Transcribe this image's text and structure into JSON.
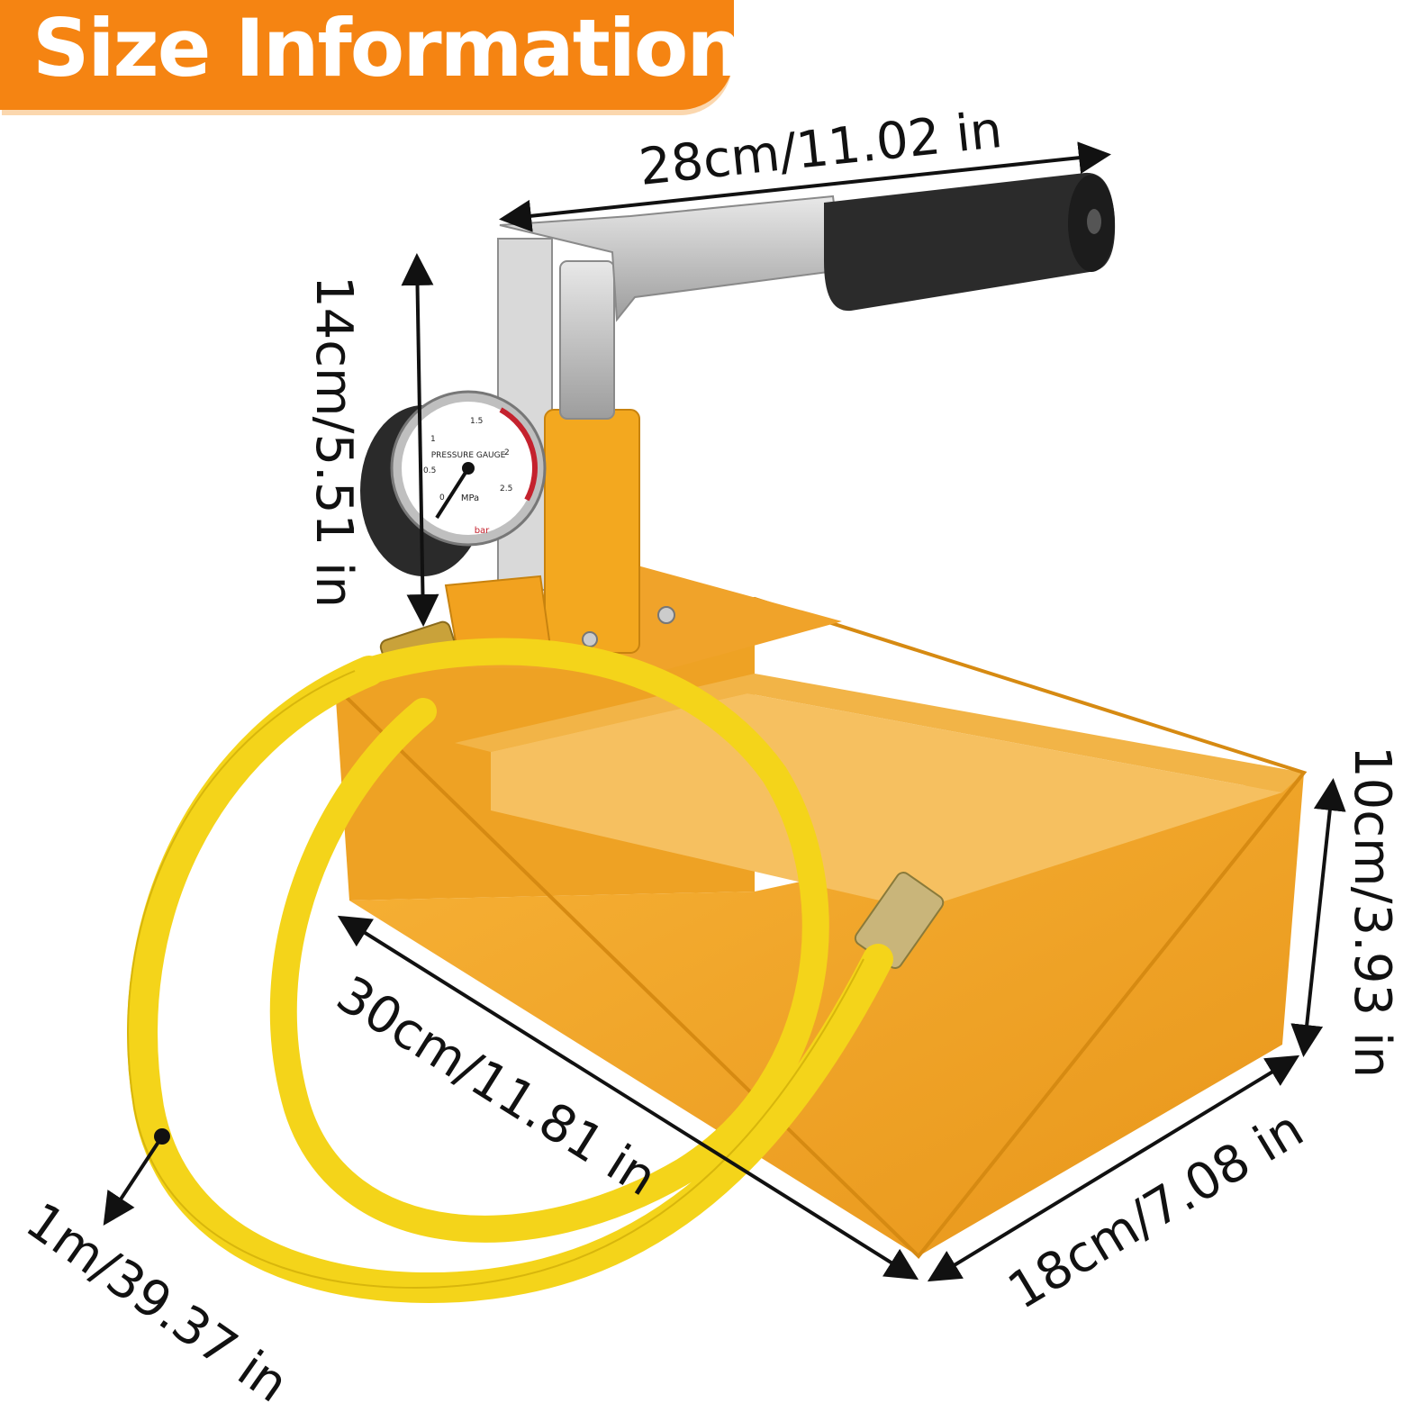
{
  "banner": {
    "title": "Size Information",
    "color": "#f58412"
  },
  "dimensions": {
    "handle_length": "28cm/11.02 in",
    "pump_height": "14cm/5.51 in",
    "tank_height": "10cm/3.93 in",
    "tank_length": "30cm/11.81 in",
    "tank_width": "18cm/7.08 in",
    "hose_length": "1m/39.37 in"
  },
  "gauge": {
    "label": "PRESSURE GAUGE",
    "unit_top": "MPa",
    "unit_bottom": "bar",
    "ticks": [
      "0",
      "0.5",
      "1",
      "1.5",
      "2",
      "2.5"
    ]
  },
  "colors": {
    "tank": "#f5a623",
    "hose": "#f7d81f",
    "handle_grip": "#2b2b2b",
    "metal": "#c9c9c9"
  }
}
